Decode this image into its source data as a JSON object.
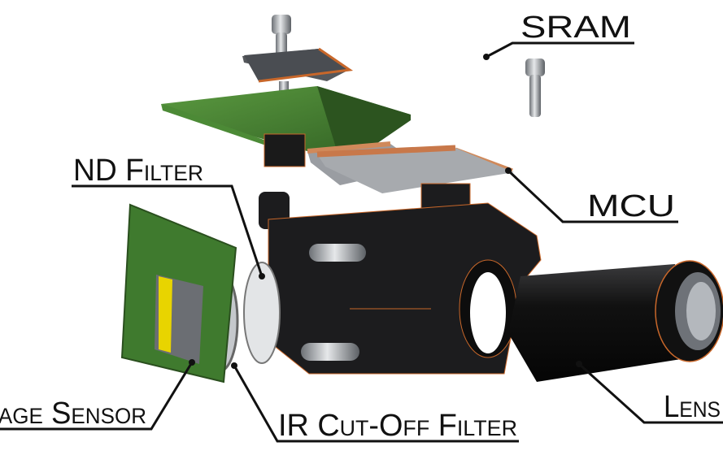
{
  "labels": {
    "sram": "SRAM",
    "nd_filter": "ND Filter",
    "mcu": "MCU",
    "image_sensor": "Image Sensor",
    "ir_filter": "IR Cut-Off Filter",
    "lens": "Lens"
  },
  "colors": {
    "pcb": "#3f7a2e",
    "housing": "#1c1c1e",
    "edge": "#c8672a",
    "chip": "#8a8d92",
    "sensor": "#e8d400",
    "metal": "#b8bcc0"
  }
}
